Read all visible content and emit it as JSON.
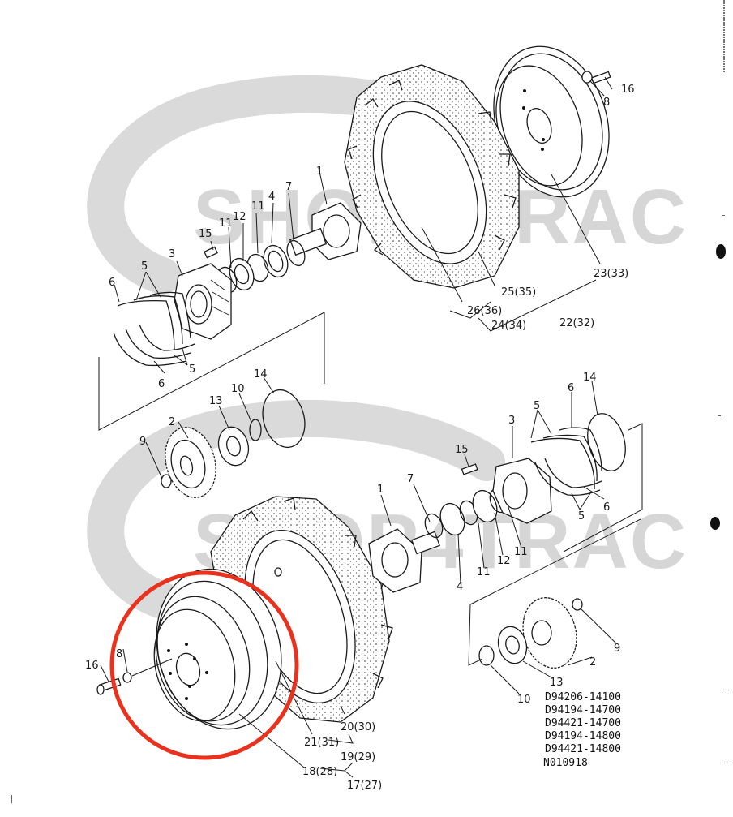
{
  "diagram": {
    "type": "exploded-parts-diagram",
    "subject": "Tractor rear wheel, tire and final reduction hub assembly",
    "watermark": {
      "text_top": "SHOP4TRAC",
      "text_bottom": "SHOP4TRAC",
      "color": "#d6d6d6"
    },
    "highlight": {
      "shape": "circle",
      "color": "#e8321e",
      "target": "wheel rim with bolt 16 and washer 8 (lower assembly)"
    },
    "part_numbers": [
      "D94206-14100",
      "D94194-14700",
      "D94421-14700",
      "D94194-14800",
      "D94421-14800"
    ],
    "drawing_number": "N010918",
    "upper_assembly": {
      "callouts": {
        "c1": "1",
        "c3": "3",
        "c4": "4",
        "c5a": "5",
        "c5b": "5",
        "c6a": "6",
        "c6b": "6",
        "c7": "7",
        "c8": "8",
        "c11a": "11",
        "c11b": "11",
        "c12": "12",
        "c15": "15",
        "c16": "16",
        "c23": "23(33)",
        "c25": "25(35)",
        "c26": "26(36)",
        "c24": "24(34)",
        "c22": "22(32)"
      }
    },
    "middle_assembly": {
      "callouts": {
        "c2": "2",
        "c9": "9",
        "c10": "10",
        "c13": "13",
        "c14": "14"
      }
    },
    "lower_assembly": {
      "callouts": {
        "c14": "14",
        "c6a": "6",
        "c5a": "5",
        "c3": "3",
        "c15": "15",
        "c7": "7",
        "c1": "1",
        "c4": "4",
        "c11a": "11",
        "c12": "12",
        "c11b": "11",
        "c5b": "5",
        "c6b": "6",
        "c9": "9",
        "c2": "2",
        "c13": "13",
        "c10": "10",
        "c8": "8",
        "c16": "16",
        "c20": "20(30)",
        "c21": "21(31)",
        "c19": "19(29)",
        "c18": "18(28)",
        "c17": "17(27)"
      }
    }
  }
}
